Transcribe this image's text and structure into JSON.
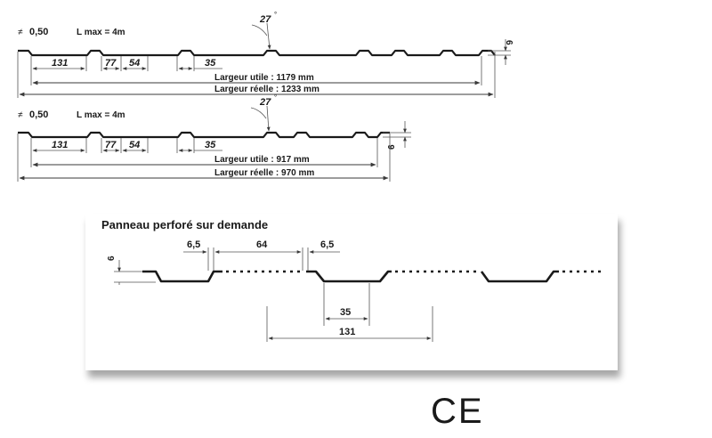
{
  "profile_top": {
    "thickness": "0,50",
    "lmax": "L max = 4m",
    "angle": "27",
    "degree": "°",
    "height": "6",
    "dim_131": "131",
    "dim_77": "77",
    "dim_54": "54",
    "dim_35": "35",
    "largeur_utile": "Largeur utile : 1179 mm",
    "largeur_reelle": "Largeur réelle : 1233 mm"
  },
  "profile_bottom": {
    "thickness": "0,50",
    "lmax": "L max = 4m",
    "angle": "27",
    "degree": "°",
    "height": "6",
    "dim_131": "131",
    "dim_77": "77",
    "dim_54": "54",
    "dim_35": "35",
    "largeur_utile": "Largeur utile : 917 mm",
    "largeur_reelle": "Largeur réelle : 970 mm"
  },
  "thickness_symbol": "≠",
  "detail": {
    "title": "Panneau perforé sur demande",
    "dim_6": "6",
    "dim_6_5_left": "6,5",
    "dim_64": "64",
    "dim_6_5_right": "6,5",
    "dim_35": "35",
    "dim_131": "131"
  },
  "ce_mark": "CE",
  "colors": {
    "ink": "#1a1a1a",
    "panel_shadow": "#d8d8d8"
  }
}
